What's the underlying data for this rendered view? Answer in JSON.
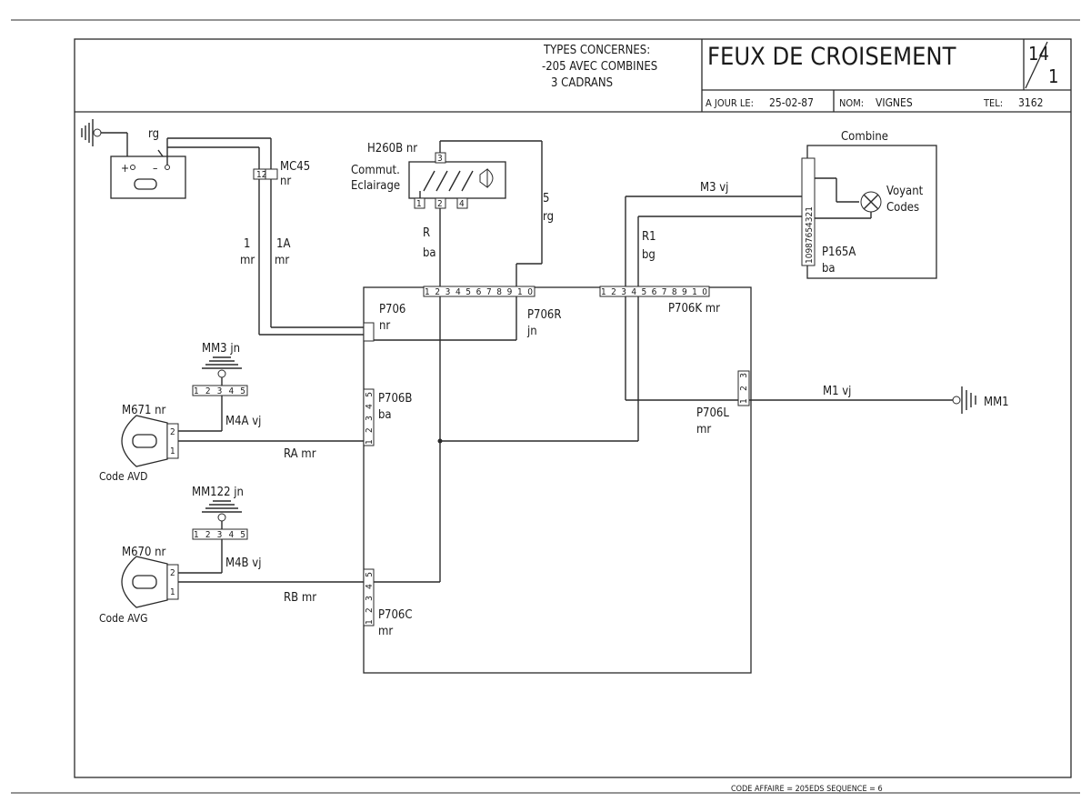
{
  "title_block": {
    "types_line1": "TYPES CONCERNES:",
    "types_line2": "-205 AVEC COMBINES",
    "types_line3": "3 CADRANS",
    "title": "FEUX DE CROISEMENT",
    "sheet_num": "14",
    "sheet_den": "1",
    "date_label": "A JOUR LE:",
    "date_value": "25-02-87",
    "name_label": "NOM:",
    "name_value": "VIGNES",
    "tel_label": "TEL:",
    "tel_value": "3162"
  },
  "components": {
    "battery_wire": "rg",
    "mc45": "MC45",
    "mc45_color": "nr",
    "mc45_pins": "12",
    "wire_1": "1",
    "wire_1_color": "mr",
    "wire_1a": "1A",
    "wire_1a_color": "mr",
    "h260b": "H260B nr",
    "commut_line1": "Commut.",
    "commut_line2": "Eclairage",
    "wire_r": "R",
    "wire_r_color": "ba",
    "wire_5": "5",
    "wire_5_color": "rg",
    "combine": "Combine",
    "wire_m3": "M3 vj",
    "voyant_line1": "Voyant",
    "voyant_line2": "Codes",
    "p165a": "P165A",
    "p165a_color": "ba",
    "p165a_pins": "10987654321",
    "wire_r1": "R1",
    "wire_r1_color": "bg",
    "p706": "P706",
    "p706_color": "nr",
    "p706r": "P706R",
    "p706r_color": "jn",
    "p706r_pins": "12345678910",
    "p706k": "P706K mr",
    "p706k_pins": "12345678910",
    "mm3": "MM3 jn",
    "mm3_pins": "12345",
    "m671": "M671 nr",
    "wire_m4a": "M4A vj",
    "code_avd": "Code AVD",
    "p706b": "P706B",
    "p706b_color": "ba",
    "p706b_pins": "12345",
    "wire_ra": "RA mr",
    "p706l": "P706L",
    "p706l_color": "mr",
    "p706l_pins": "123",
    "wire_m1": "M1 vj",
    "mm1": "MM1",
    "mm122": "MM122 jn",
    "mm122_pins": "12345",
    "m670": "M670 nr",
    "wire_m4b": "M4B vj",
    "code_avg": "Code AVG",
    "wire_rb": "RB mr",
    "p706c": "P706C",
    "p706c_color": "mr",
    "p706c_pins": "12345"
  },
  "footer": {
    "code": "CODE AFFAIRE = 205EDS SEQUENCE = 6"
  }
}
